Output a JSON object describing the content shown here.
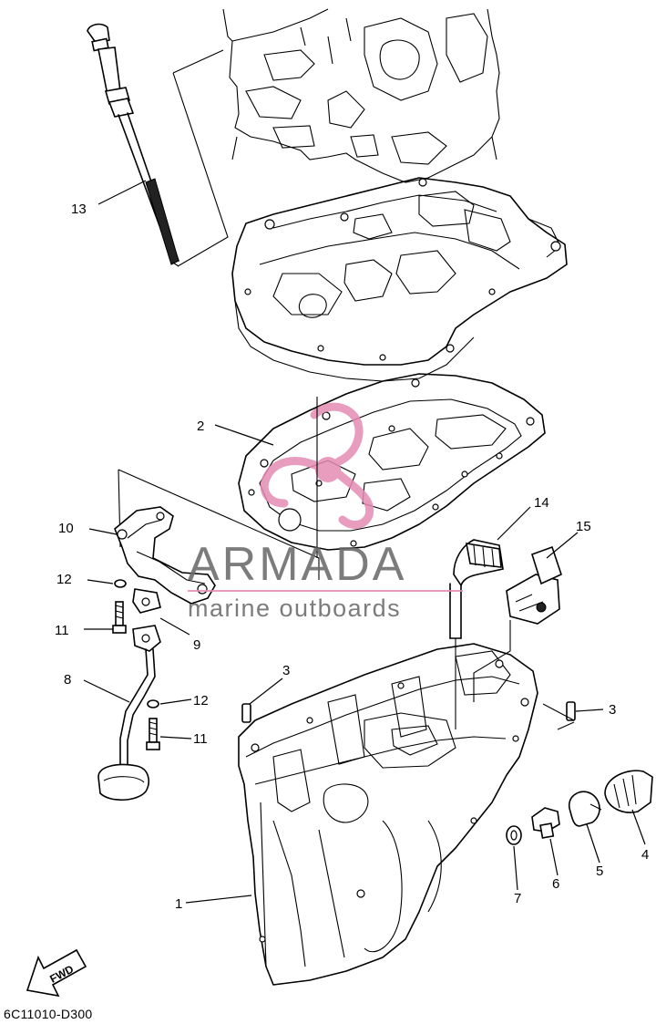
{
  "callouts": {
    "c1": "1",
    "c2": "2",
    "c3a": "3",
    "c3b": "3",
    "c4": "4",
    "c5": "5",
    "c6": "6",
    "c7": "7",
    "c8": "8",
    "c9": "9",
    "c10": "10",
    "c11a": "11",
    "c11b": "11",
    "c12a": "12",
    "c12b": "12",
    "c13": "13",
    "c14": "14",
    "c15": "15"
  },
  "fwd_label": "FWD",
  "diagram_code": "6C11010-D300",
  "watermark": {
    "brand": "ARMADA",
    "tagline": "marine outboards",
    "brand_color": "#6b6b6b",
    "logo_color": "#e58bb3"
  }
}
